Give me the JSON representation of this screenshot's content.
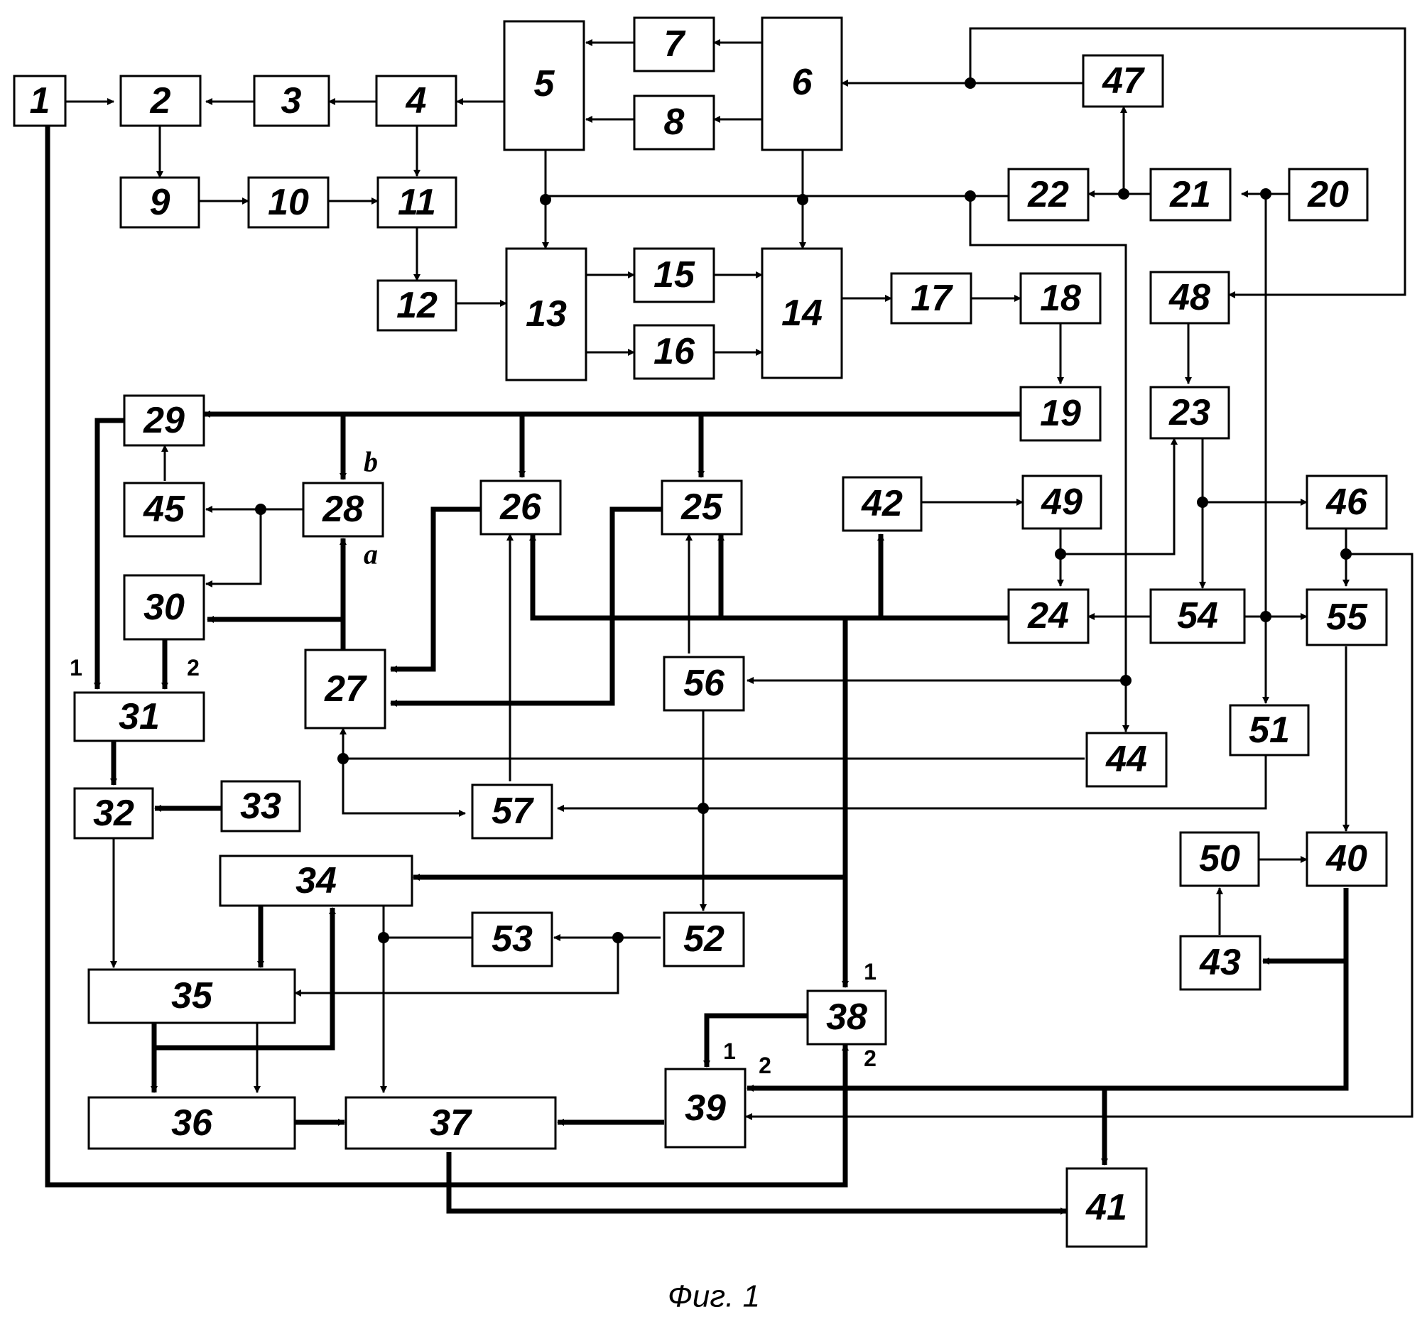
{
  "figure": {
    "caption": "Фиг. 1",
    "blocks": {
      "b1": "1",
      "b2": "2",
      "b3": "3",
      "b4": "4",
      "b5": "5",
      "b6": "6",
      "b7": "7",
      "b8": "8",
      "b9": "9",
      "b10": "10",
      "b11": "11",
      "b12": "12",
      "b13": "13",
      "b14": "14",
      "b15": "15",
      "b16": "16",
      "b17": "17",
      "b18": "18",
      "b19": "19",
      "b20": "20",
      "b21": "21",
      "b22": "22",
      "b23": "23",
      "b24": "24",
      "b25": "25",
      "b26": "26",
      "b27": "27",
      "b28": "28",
      "b29": "29",
      "b30": "30",
      "b31": "31",
      "b32": "32",
      "b33": "33",
      "b34": "34",
      "b35": "35",
      "b36": "36",
      "b37": "37",
      "b38": "38",
      "b39": "39",
      "b40": "40",
      "b41": "41",
      "b42": "42",
      "b43": "43",
      "b44": "44",
      "b45": "45",
      "b46": "46",
      "b47": "47",
      "b48": "48",
      "b49": "49",
      "b50": "50",
      "b51": "51",
      "b52": "52",
      "b53": "53",
      "b54": "54",
      "b55": "55",
      "b56": "56",
      "b57": "57"
    },
    "ports": {
      "p31_in1": "1",
      "p31_in2": "2",
      "p28_a": "a",
      "p28_b": "b",
      "p38_in1": "1",
      "p38_in2": "2",
      "p39_in1": "1",
      "p39_in2": "2"
    }
  }
}
